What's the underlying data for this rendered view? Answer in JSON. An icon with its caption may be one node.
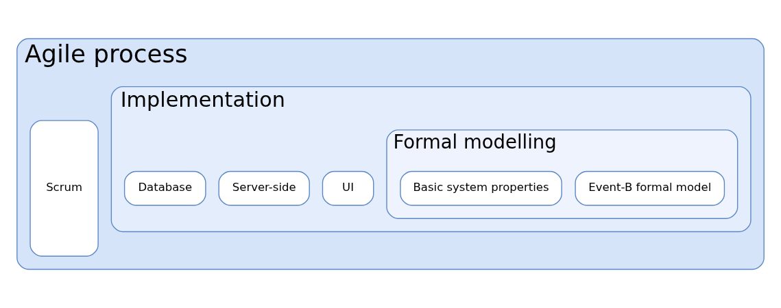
{
  "diagram": {
    "nodes": [
      {
        "text": [
          "Agile process"
        ]
      },
      {
        "text": [
          "Scrum"
        ],
        "in": 0
      },
      {
        "text": [
          "Implementation"
        ],
        "in": 0
      },
      {
        "text": [
          "UI"
        ],
        "in": 2
      },
      {
        "text": [
          "Server-side"
        ],
        "in": 2
      },
      {
        "text": [
          "Database"
        ],
        "in": 2
      },
      {
        "text": [
          "Formal modelling"
        ],
        "in": 2
      },
      {
        "text": [
          "Event-B formal model"
        ],
        "in": 6
      },
      {
        "text": [
          "Basic system properties"
        ],
        "in": 6
      }
    ]
  }
}
